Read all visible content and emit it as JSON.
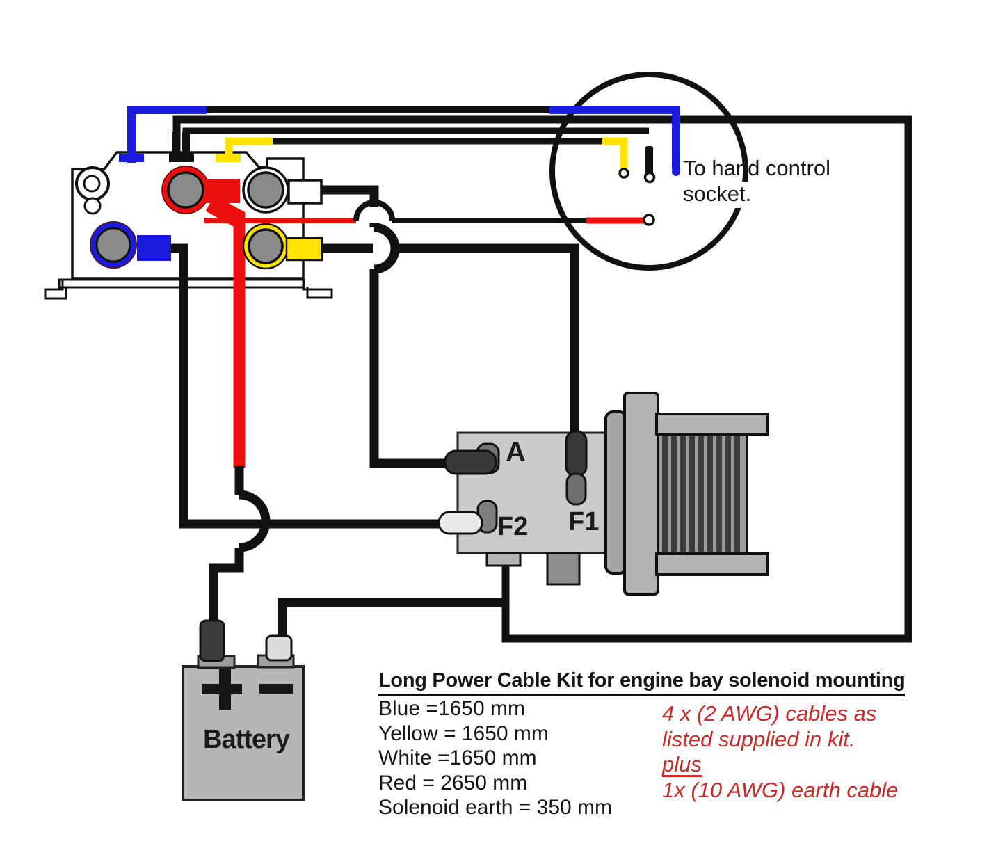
{
  "socket": {
    "label_line1": "To hand control",
    "label_line2": "socket."
  },
  "motor": {
    "terminal_a": "A",
    "terminal_f1": "F1",
    "terminal_f2": "F2"
  },
  "battery": {
    "label": "Battery",
    "plus_symbol": "+",
    "minus_symbol": "-"
  },
  "legend": {
    "title": "Long Power Cable Kit for engine bay solenoid mounting",
    "cables": [
      "Blue =1650 mm",
      "Yellow = 1650 mm",
      "White =1650 mm",
      "Red = 2650 mm",
      "Solenoid earth = 350 mm"
    ],
    "note_line1": "4 x (2 AWG) cables as",
    "note_line2": "listed supplied in kit.",
    "note_line3": "plus",
    "note_line4": "1x (10 AWG) earth cable"
  },
  "colors": {
    "wire_black": "#111111",
    "blue": "#1b1bdd",
    "red": "#ee0f0f",
    "yellow": "#ffe403",
    "terminal_gray": "#8a8a8a",
    "note_red": "#cc2929"
  }
}
